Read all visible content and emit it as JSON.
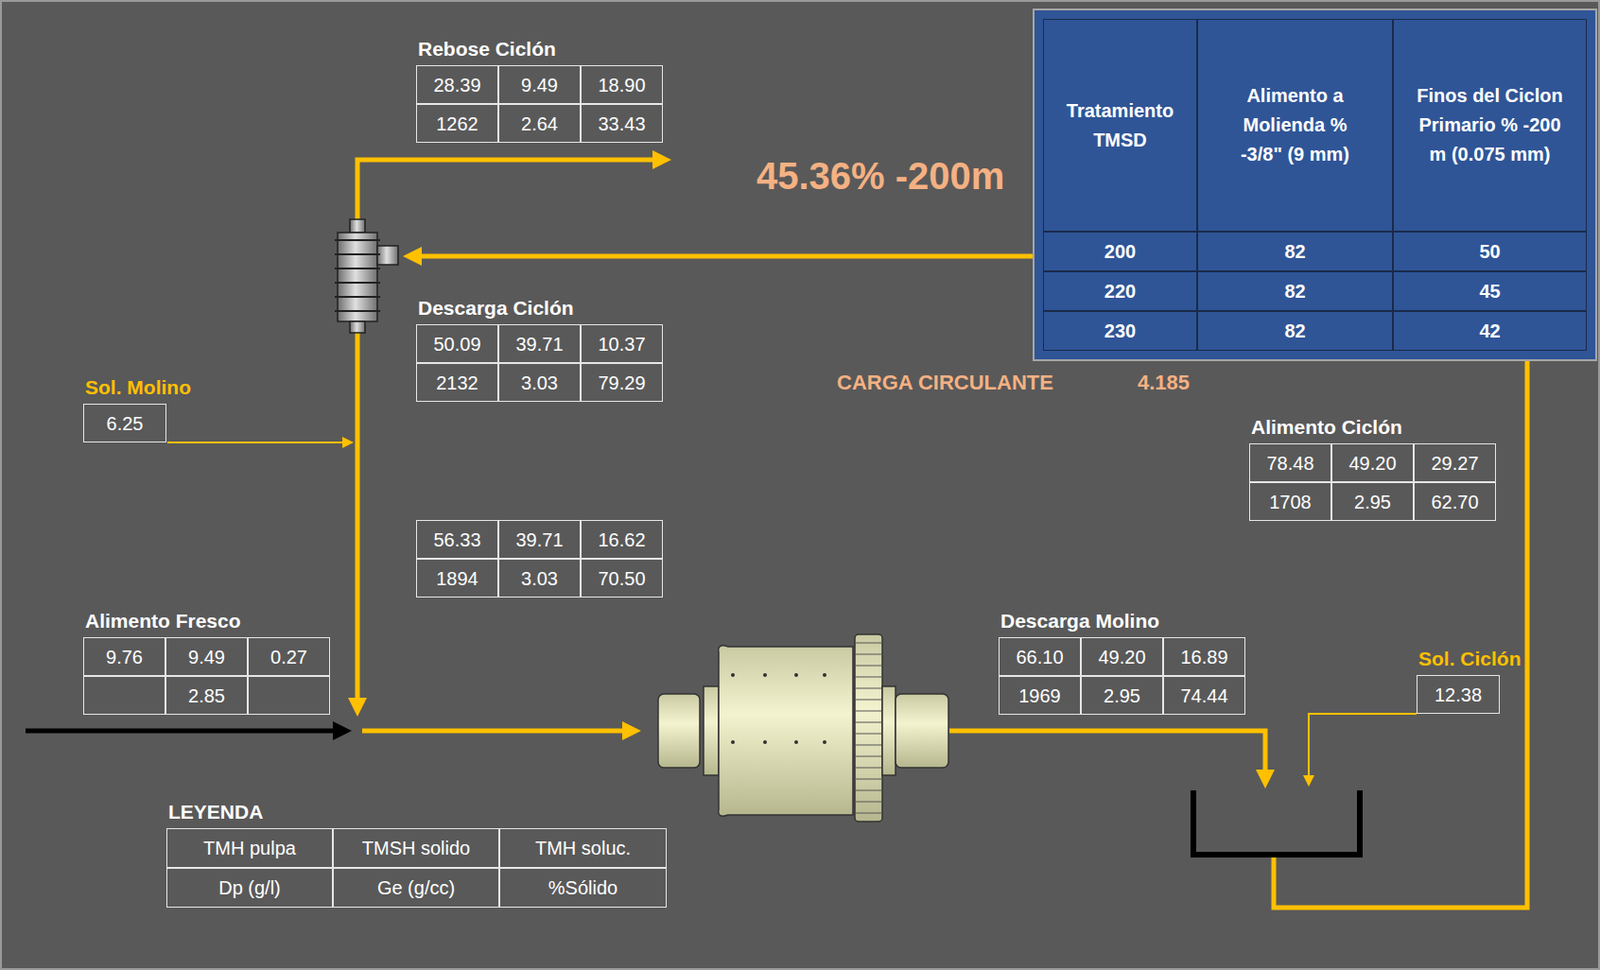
{
  "diagram": {
    "nodes": [
      {
        "text": [
          "Rebose Ciclón",
          "28.39",
          "9.49",
          "18.90",
          "1262",
          "2.64",
          "33.43"
        ]
      },
      {
        "text": [
          "Tratamiento TMSD",
          "Alimento a Molienda % -3/8\" (9 mm)",
          "Finos del Ciclon Primario % -200 m (0.075 mm)",
          "200",
          "82",
          "50",
          "220",
          "82",
          "45",
          "230",
          "82",
          "42"
        ]
      },
      {
        "text": [
          "Descarga Ciclón",
          "50.09",
          "39.71",
          "10.37",
          "2132",
          "3.03",
          "79.29"
        ]
      },
      {
        "text": [
          "Sol. Molino",
          "6.25"
        ]
      },
      {
        "text": [
          "Alimento Ciclón",
          "78.48",
          "49.20",
          "29.27",
          "1708",
          "2.95",
          "62.70"
        ]
      },
      {
        "text": [
          "56.33",
          "39.71",
          "16.62",
          "1894",
          "3.03",
          "70.50"
        ]
      },
      {
        "text": [
          "Alimento Fresco",
          "9.76",
          "9.49",
          "0.27",
          "2.85"
        ]
      },
      {
        "text": [
          "Descarga Molino",
          "66.10",
          "49.20",
          "16.89",
          "1969",
          "2.95",
          "74.44"
        ]
      },
      {
        "text": [
          "Sol. Ciclón",
          "12.38"
        ]
      },
      {
        "text": [
          "LEYENDA",
          "TMH pulpa",
          "TMSH solido",
          "TMH soluc.",
          "Dp (g/l)",
          "Ge (g/cc)",
          "%Sólido"
        ]
      }
    ],
    "labels": [
      "45.36% -200m",
      "CARGA CIRCULANTE",
      "4.185"
    ]
  }
}
